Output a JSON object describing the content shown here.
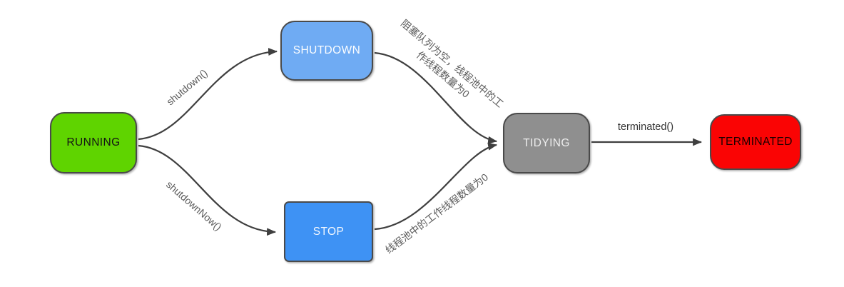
{
  "diagram": {
    "nodes": {
      "running": {
        "label": "RUNNING",
        "fill": "#5fd400",
        "text_color": "#141414"
      },
      "shutdown": {
        "label": "SHUTDOWN",
        "fill": "#6fabf3",
        "text_color": "#fbfdff"
      },
      "stop": {
        "label": "STOP",
        "fill": "#3e92f4",
        "text_color": "#f2f7fe"
      },
      "tidying": {
        "label": "TIDYING",
        "fill": "#8f8f8f",
        "text_color": "#ededed"
      },
      "terminated": {
        "label": "TERMINATED",
        "fill": "#fa0404",
        "text_color": "#1a0000"
      }
    },
    "edges": {
      "running_to_shutdown": {
        "label": "shutdown()"
      },
      "running_to_stop": {
        "label": "shutdownNow()"
      },
      "shutdown_to_tidying": {
        "label": "阻塞队列为空，线程池中的工\n作线程数量为0"
      },
      "stop_to_tidying": {
        "label": "线程池中的工作线程数量为0"
      },
      "tidying_to_terminated": {
        "label": "terminated()"
      }
    },
    "colors": {
      "background": "#ffffff",
      "node_border": "#4a4a4a",
      "edge_stroke": "#3f3f3f",
      "edge_label_text": "#5a5a5a",
      "terminated_label_text": "#333333"
    }
  }
}
